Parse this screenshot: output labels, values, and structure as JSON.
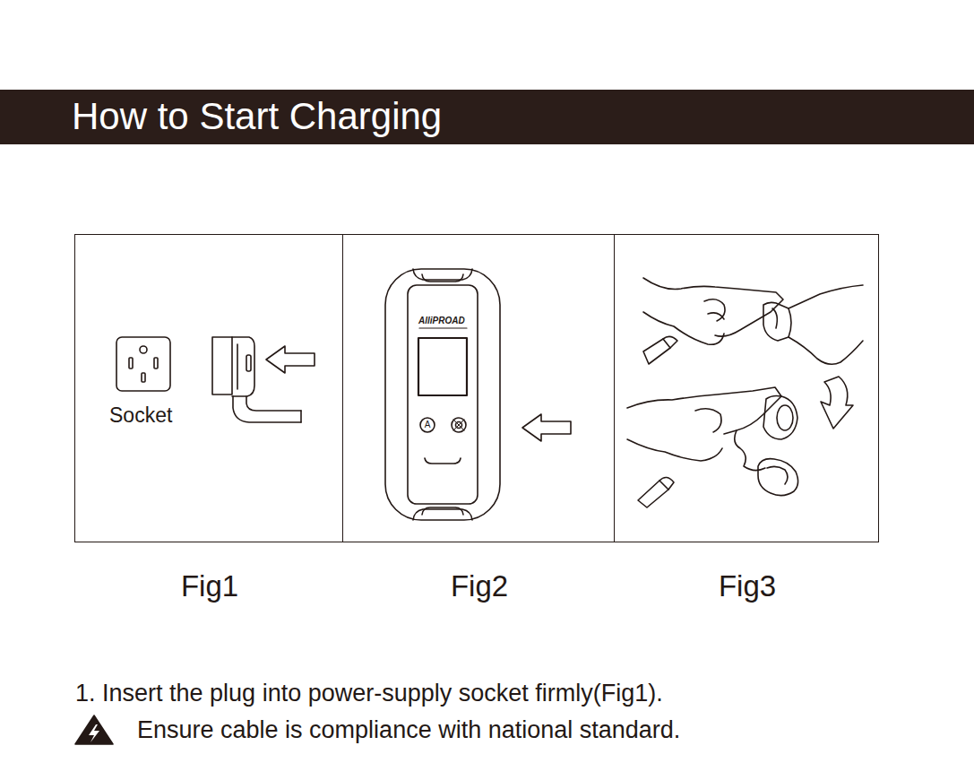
{
  "diagram": {
    "title": "How to Start Charging",
    "nodes": [
      {
        "text": [
          "Socket",
          "Fig1"
        ]
      },
      {
        "text": [
          "Fig2"
        ]
      },
      {
        "text": [
          "Fig3"
        ]
      }
    ],
    "labels": [
      "AlliPROAD",
      "A",
      "1. Insert the plug into power-supply socket firmly(Fig1).",
      "Ensure cable is compliance with national standard."
    ]
  }
}
